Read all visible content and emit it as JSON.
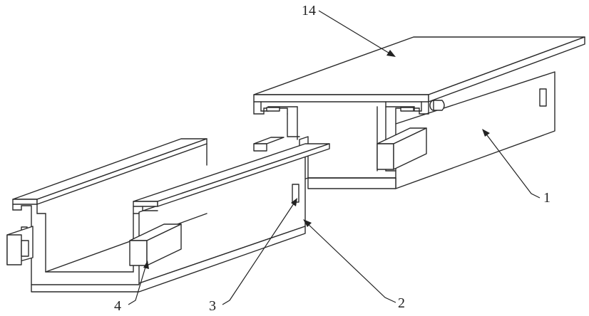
{
  "labels": {
    "l14": "14",
    "l1": "1",
    "l2": "2",
    "l3": "3",
    "l4": "4"
  },
  "colors": {
    "line": "#2a2a2a",
    "background": "#ffffff"
  }
}
